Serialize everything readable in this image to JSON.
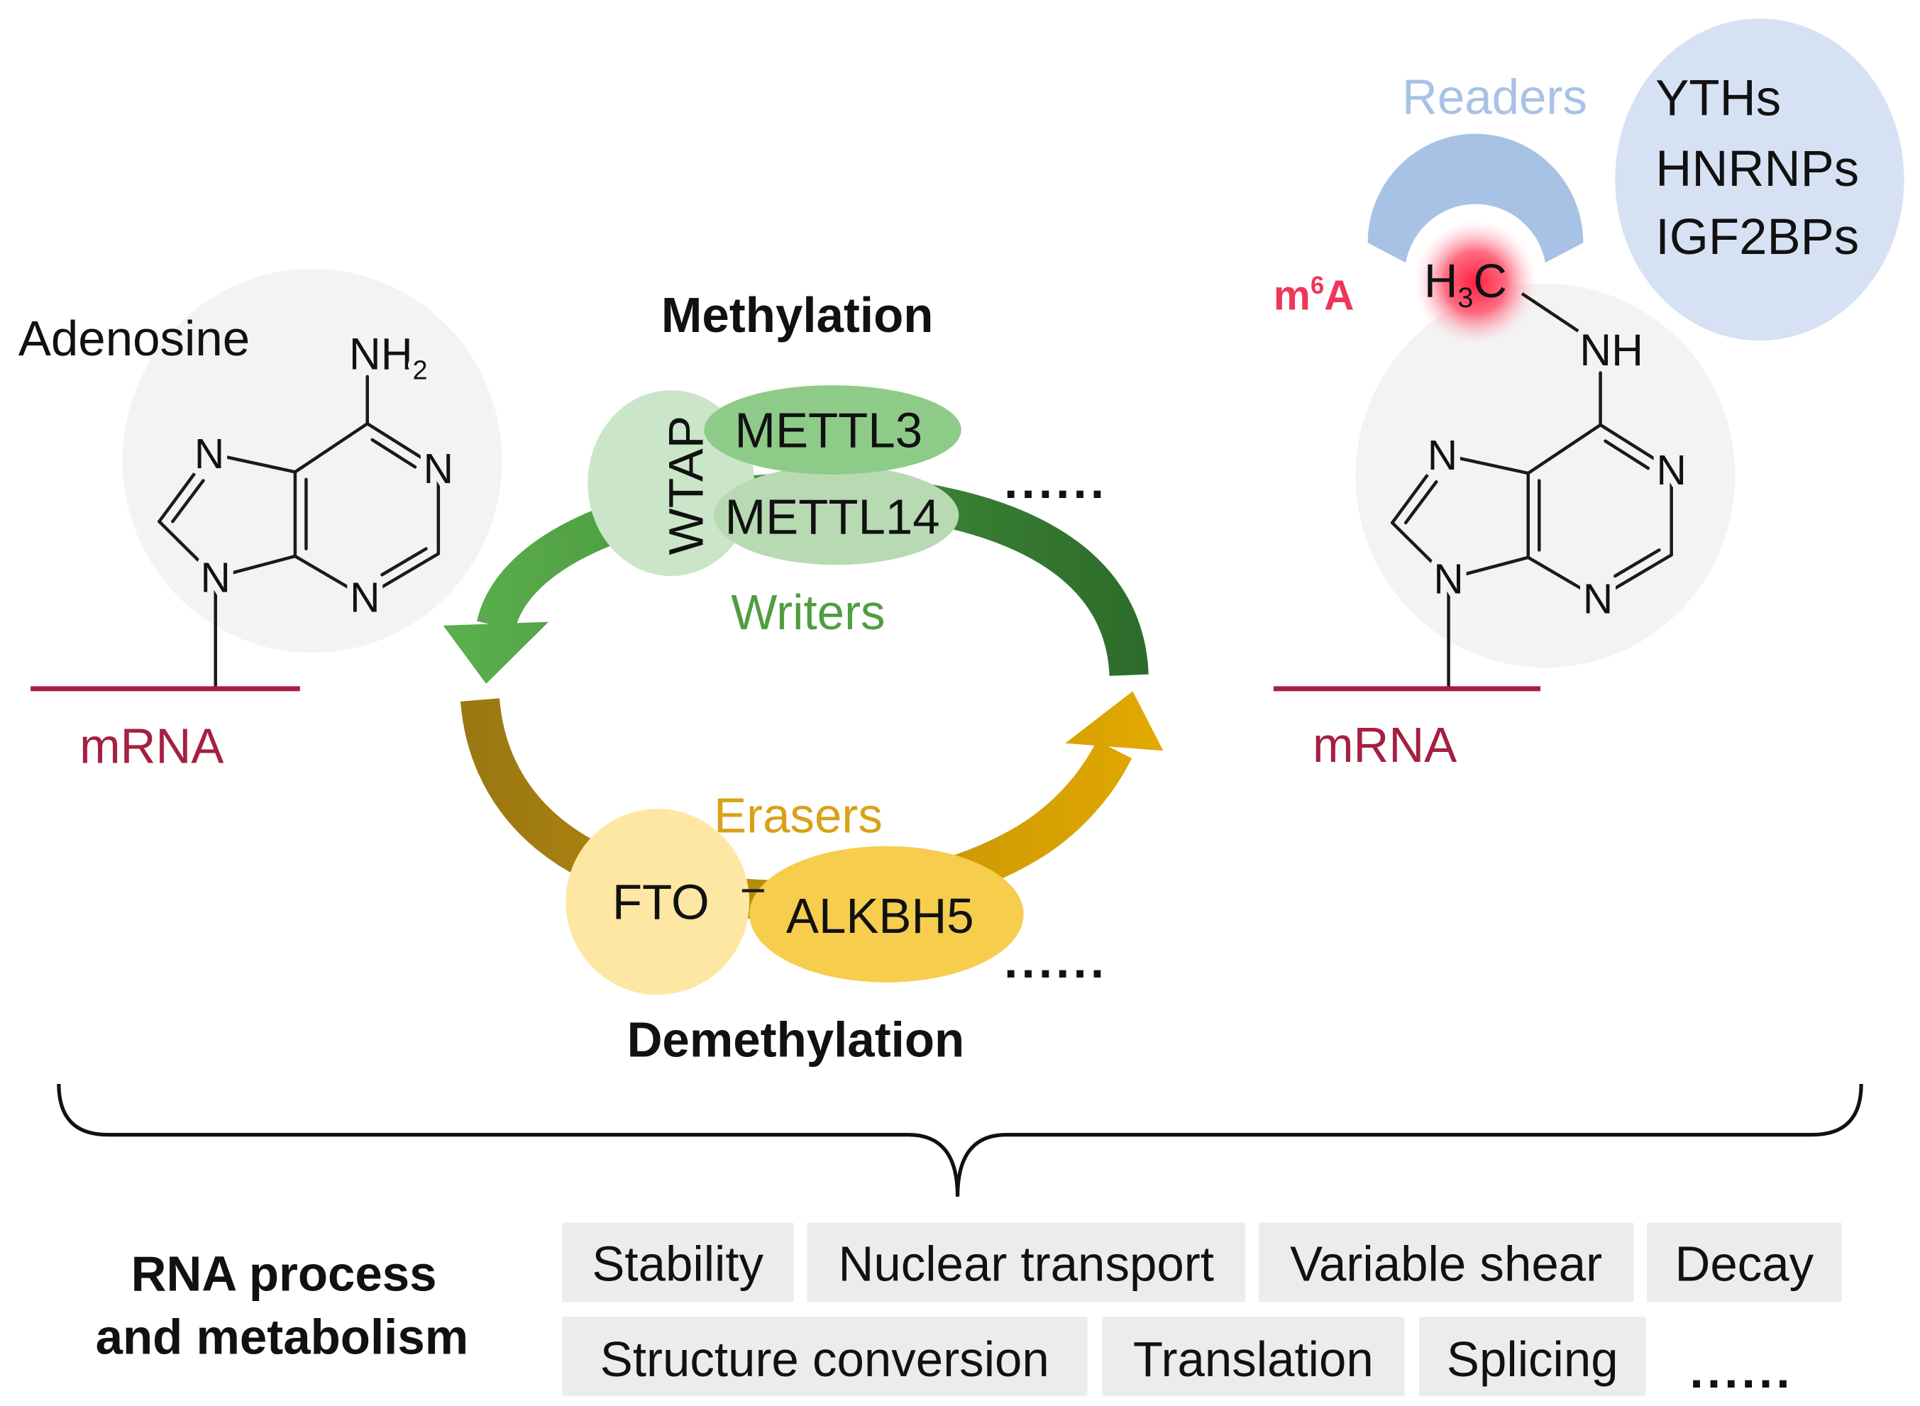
{
  "adenosine": {
    "label": "Adenosine",
    "amine": "NH",
    "amine_subscript": "2",
    "ring_atoms": [
      "N",
      "N",
      "N",
      "N"
    ],
    "strand": "mRNA"
  },
  "methylation": {
    "title": "Methylation",
    "writers_label": "Writers",
    "writers": [
      "WTAP",
      "METTL3",
      "METTL14"
    ],
    "more": "......"
  },
  "demethylation": {
    "title": "Demethylation",
    "erasers_label": "Erasers",
    "erasers": [
      "FTO",
      "ALKBH5"
    ],
    "more": "......"
  },
  "m6a": {
    "label_base": "m",
    "label_superscript": "6",
    "label_end": "A",
    "methyl_h": "H",
    "methyl_subscript": "3",
    "methyl_c": "C",
    "amine": "NH",
    "ring_atoms": [
      "N",
      "N",
      "N",
      "N"
    ],
    "strand": "mRNA"
  },
  "readers": {
    "label": "Readers",
    "proteins": [
      "YTHs",
      "HNRNPs",
      "IGF2BPs"
    ]
  },
  "rna_process": {
    "title": [
      "RNA process",
      "and metabolism"
    ],
    "processes": [
      "Stability",
      "Nuclear transport",
      "Variable shear",
      "Decay",
      "Structure conversion",
      "Translation",
      "Splicing"
    ],
    "more": "......"
  },
  "colors": {
    "mrna": "#a52040",
    "writers": "#4f9e3f",
    "erasers": "#d9a11a",
    "readers": "#a8c2e6",
    "m6a": "#ef3658",
    "box": "#ececec"
  }
}
